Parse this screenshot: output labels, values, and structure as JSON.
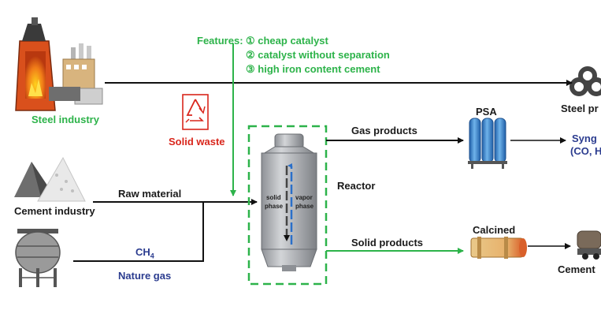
{
  "features": {
    "title": "Features:",
    "items": [
      "① cheap catalyst",
      "② catalyst without separation",
      "③ high iron content cement"
    ]
  },
  "nodes": {
    "steel_industry": "Steel industry",
    "solid_waste": "Solid waste",
    "cement_industry": "Cement industry",
    "raw_material": "Raw material",
    "ch4_base": "CH",
    "ch4_sub": "4",
    "nature_gas": "Nature gas",
    "reactor": "Reactor",
    "solid_phase_line1": "solid",
    "solid_phase_line2": "phase",
    "vapor_phase_line1": "vapor",
    "vapor_phase_line2": "phase",
    "gas_products": "Gas products",
    "solid_products": "Solid products",
    "psa": "PSA",
    "calcined": "Calcined",
    "steel_product": "Steel pr",
    "syngas_line1": "Syng",
    "syngas_line2": "(CO, H",
    "cement_product": "Cement"
  },
  "colors": {
    "green": "#2db34a",
    "red": "#d9261c",
    "blue": "#2b3c8f",
    "black": "#111111",
    "vessel": "#a9acb0",
    "psa_blue": "#3f8fd2"
  }
}
